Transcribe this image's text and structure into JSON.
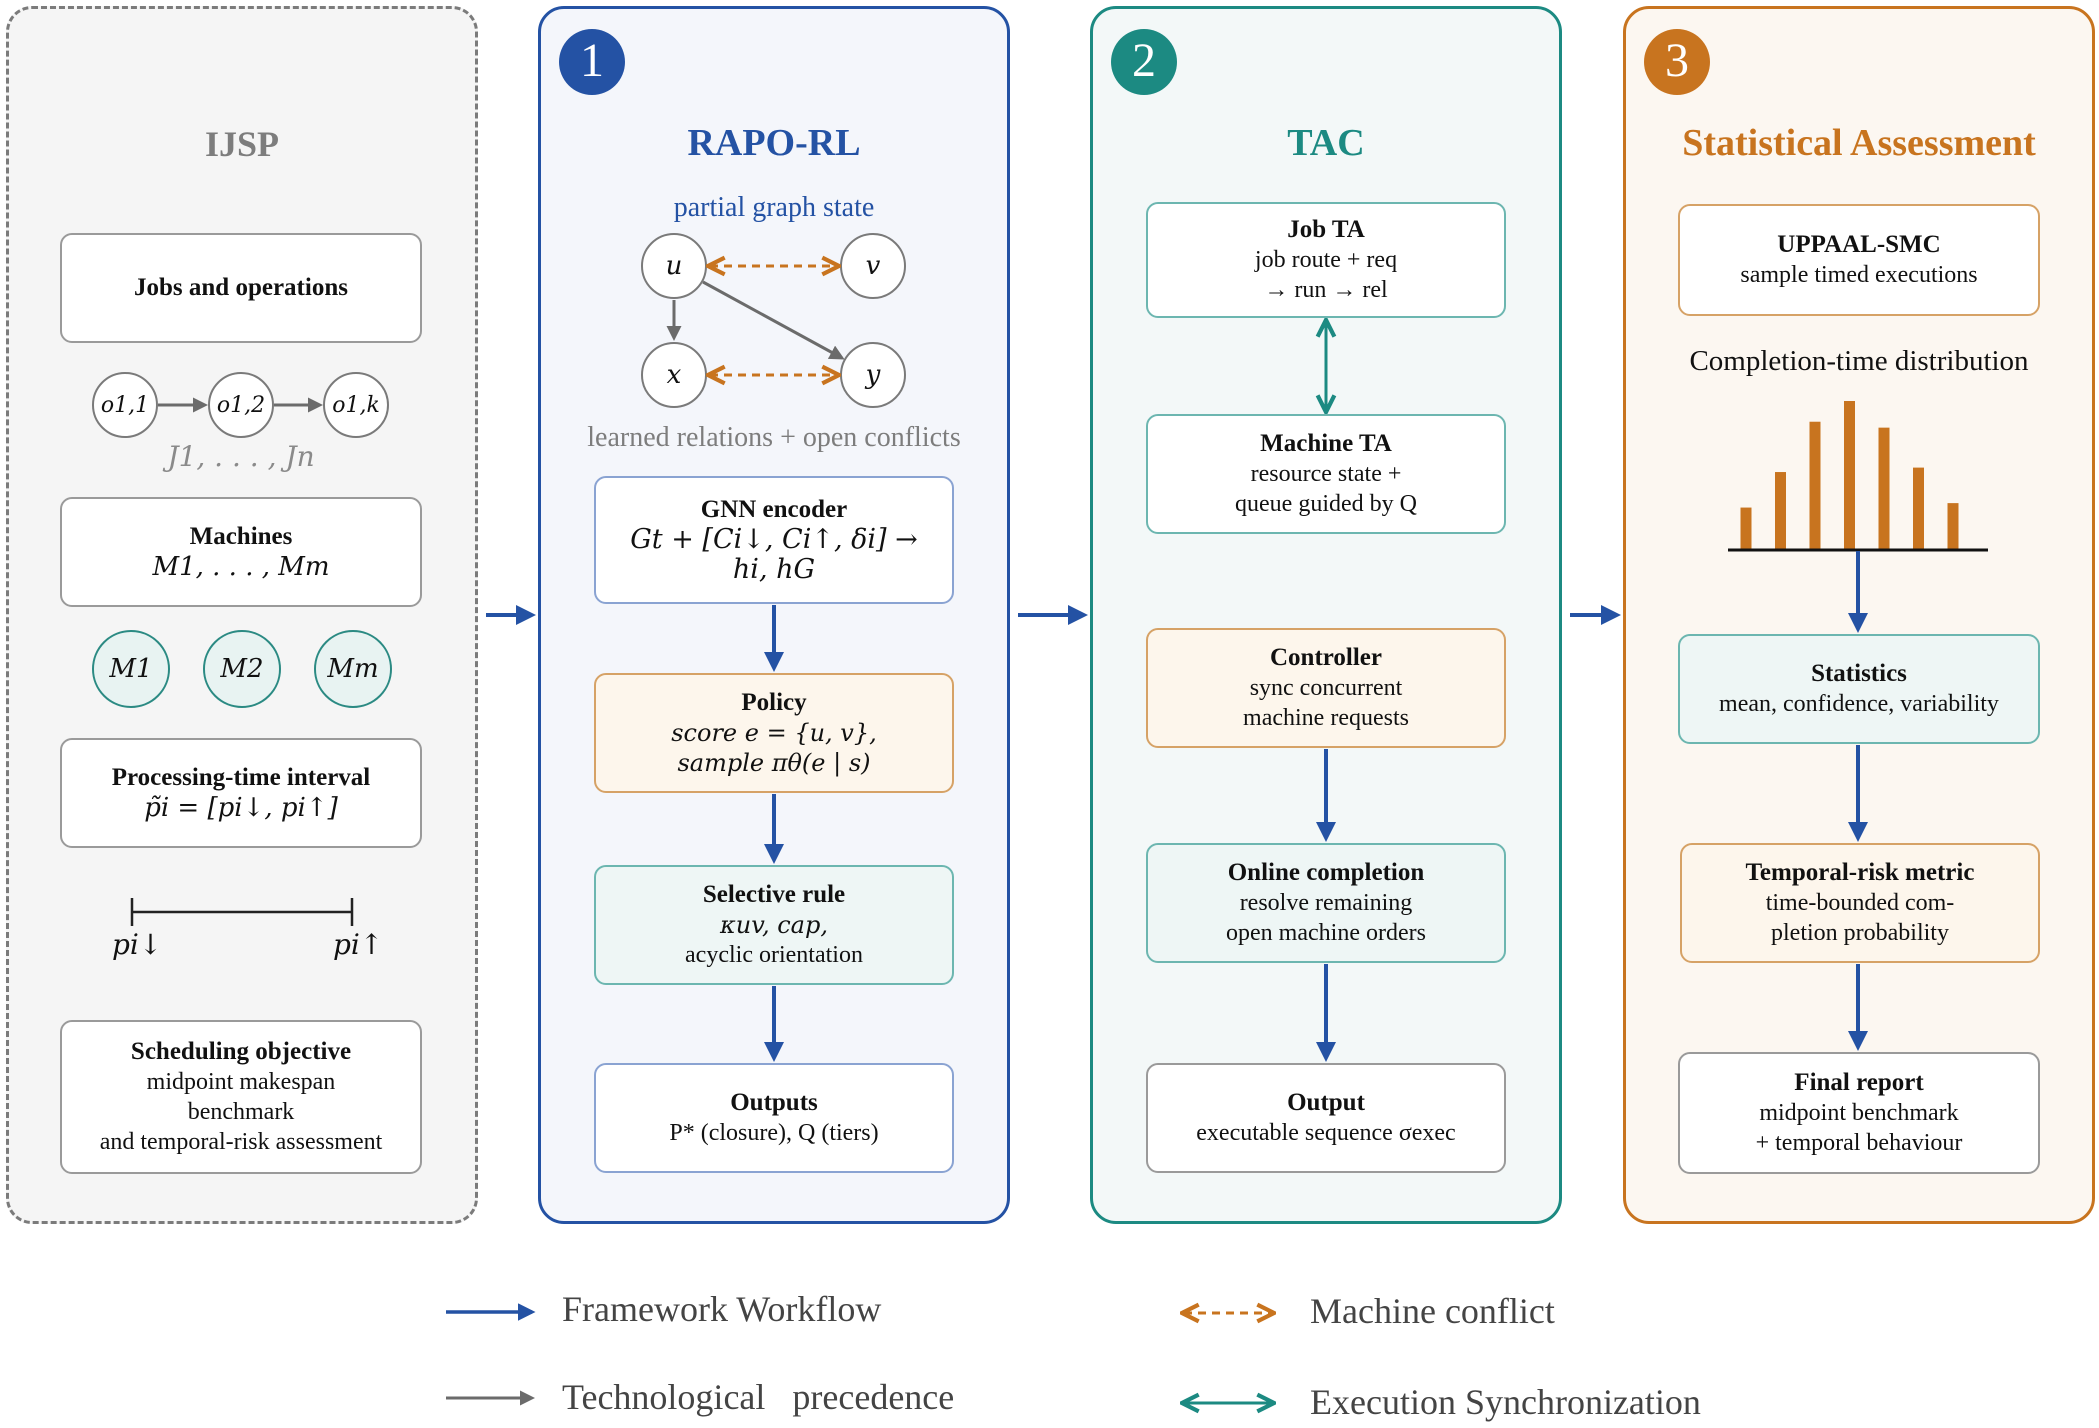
{
  "panels": {
    "ijsp": {
      "title": "IJSP"
    },
    "rapo": {
      "number": "1",
      "title": "RAPO-RL"
    },
    "tac": {
      "number": "2",
      "title": "TAC"
    },
    "stat": {
      "number": "3",
      "title": "Statistical Assessment"
    }
  },
  "ijsp": {
    "jobs_title": "Jobs and operations",
    "ops": [
      "o1,1",
      "o1,2",
      "o1,k"
    ],
    "jobs_range": "J1, . . . , Jn",
    "machines_title": "Machines",
    "machines_range": "M1, . . . , Mm",
    "machine_nodes": [
      "M1",
      "M2",
      "Mm"
    ],
    "pt_title": "Processing-time interval",
    "pt_formula": "p̃i = [pi↓, pi↑]",
    "pt_low": "pi↓",
    "pt_high": "pi↑",
    "obj_title": "Scheduling objective",
    "obj_lines": [
      "midpoint makespan",
      "benchmark",
      "and temporal-risk assessment"
    ]
  },
  "rapo": {
    "graph_title": "partial graph state",
    "nodes": [
      "u",
      "v",
      "x",
      "y"
    ],
    "graph_caption": "learned relations + open conflicts",
    "gnn_title": "GNN encoder",
    "gnn_line1": "Gt + [Ci↓, Ci↑, δi] →",
    "gnn_line2": "hi, hG",
    "policy_title": "Policy",
    "policy_line1": "score e = {u, v},",
    "policy_line2": "sample πθ(e | s)",
    "sel_title": "Selective rule",
    "sel_line1": "κuv, cap,",
    "sel_line2": "acyclic orientation",
    "out_title": "Outputs",
    "out_line": "P* (closure), Q (tiers)"
  },
  "tac": {
    "job_title": "Job TA",
    "job_lines": [
      "job route + req",
      "→ run → rel"
    ],
    "mach_title": "Machine TA",
    "mach_lines": [
      "resource state +",
      "queue guided by Q"
    ],
    "ctrl_title": "Controller",
    "ctrl_lines": [
      "sync concurrent",
      "machine requests"
    ],
    "online_title": "Online completion",
    "online_lines": [
      "resolve remaining",
      "open machine orders"
    ],
    "out_title": "Output",
    "out_line": "executable sequence σexec"
  },
  "stat": {
    "smc_title": "UPPAAL-SMC",
    "smc_line": "sample timed executions",
    "dist_title": "Completion-time distribution",
    "histogram": [
      0.28,
      0.52,
      0.86,
      1.0,
      0.82,
      0.55,
      0.31
    ],
    "stats_title": "Statistics",
    "stats_line": "mean, confidence, variability",
    "risk_title": "Temporal-risk metric",
    "risk_lines": [
      "time-bounded com-",
      "pletion probability"
    ],
    "final_title": "Final report",
    "final_lines": [
      "midpoint benchmark",
      "+ temporal behaviour"
    ]
  },
  "legend": {
    "workflow": "Framework Workflow",
    "precedence": "Technological   precedence",
    "conflict": "Machine conflict",
    "sync": "Execution Synchronization"
  },
  "colors": {
    "blue": "#2452a4",
    "teal": "#1c8a82",
    "orange": "#c8741f",
    "gray": "#6b6b6b"
  }
}
